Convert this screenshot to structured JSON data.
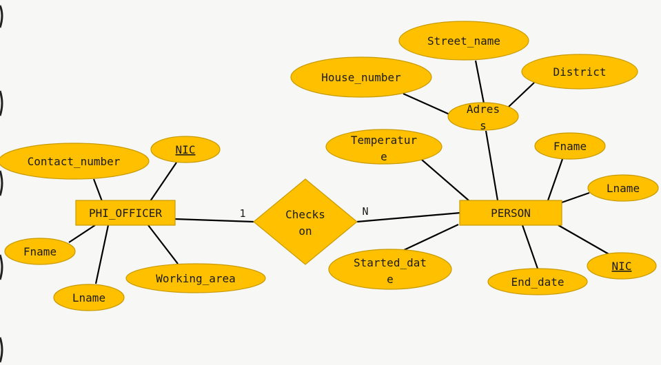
{
  "colors": {
    "shape_fill": "#ffc000",
    "shape_stroke": "#c89a00",
    "line": "#000000",
    "text": "#1a1a1a",
    "background": "#f7f7f5",
    "cardinality": "#1f3864"
  },
  "entities": [
    {
      "id": "phi",
      "label": "PHI_OFFICER"
    },
    {
      "id": "person",
      "label": "PERSON"
    }
  ],
  "relationship": {
    "id": "checks",
    "lines": [
      "Checks",
      "on"
    ]
  },
  "cardinality": {
    "left": "1",
    "right": "N"
  },
  "attributes": [
    {
      "id": "phi_contact",
      "lines": [
        "Contact_number"
      ],
      "key": false
    },
    {
      "id": "phi_nic",
      "lines": [
        "NIC"
      ],
      "key": true
    },
    {
      "id": "phi_fname",
      "lines": [
        "Fname"
      ],
      "key": false
    },
    {
      "id": "phi_lname",
      "lines": [
        "Lname"
      ],
      "key": false
    },
    {
      "id": "phi_working",
      "lines": [
        "Working_area"
      ],
      "key": false
    },
    {
      "id": "street",
      "lines": [
        "Street_name"
      ],
      "key": false
    },
    {
      "id": "house",
      "lines": [
        "House_number"
      ],
      "key": false
    },
    {
      "id": "district",
      "lines": [
        "District"
      ],
      "key": false
    },
    {
      "id": "adres",
      "lines": [
        "Adres",
        "s"
      ],
      "key": false
    },
    {
      "id": "temp",
      "lines": [
        "Temperatur",
        "e"
      ],
      "key": false
    },
    {
      "id": "p_fname",
      "lines": [
        "Fname"
      ],
      "key": false
    },
    {
      "id": "p_lname",
      "lines": [
        "Lname"
      ],
      "key": false
    },
    {
      "id": "started",
      "lines": [
        "Started_dat",
        "e"
      ],
      "key": false
    },
    {
      "id": "end",
      "lines": [
        "End_date"
      ],
      "key": false
    },
    {
      "id": "p_nic",
      "lines": [
        "NIC"
      ],
      "key": true
    }
  ]
}
